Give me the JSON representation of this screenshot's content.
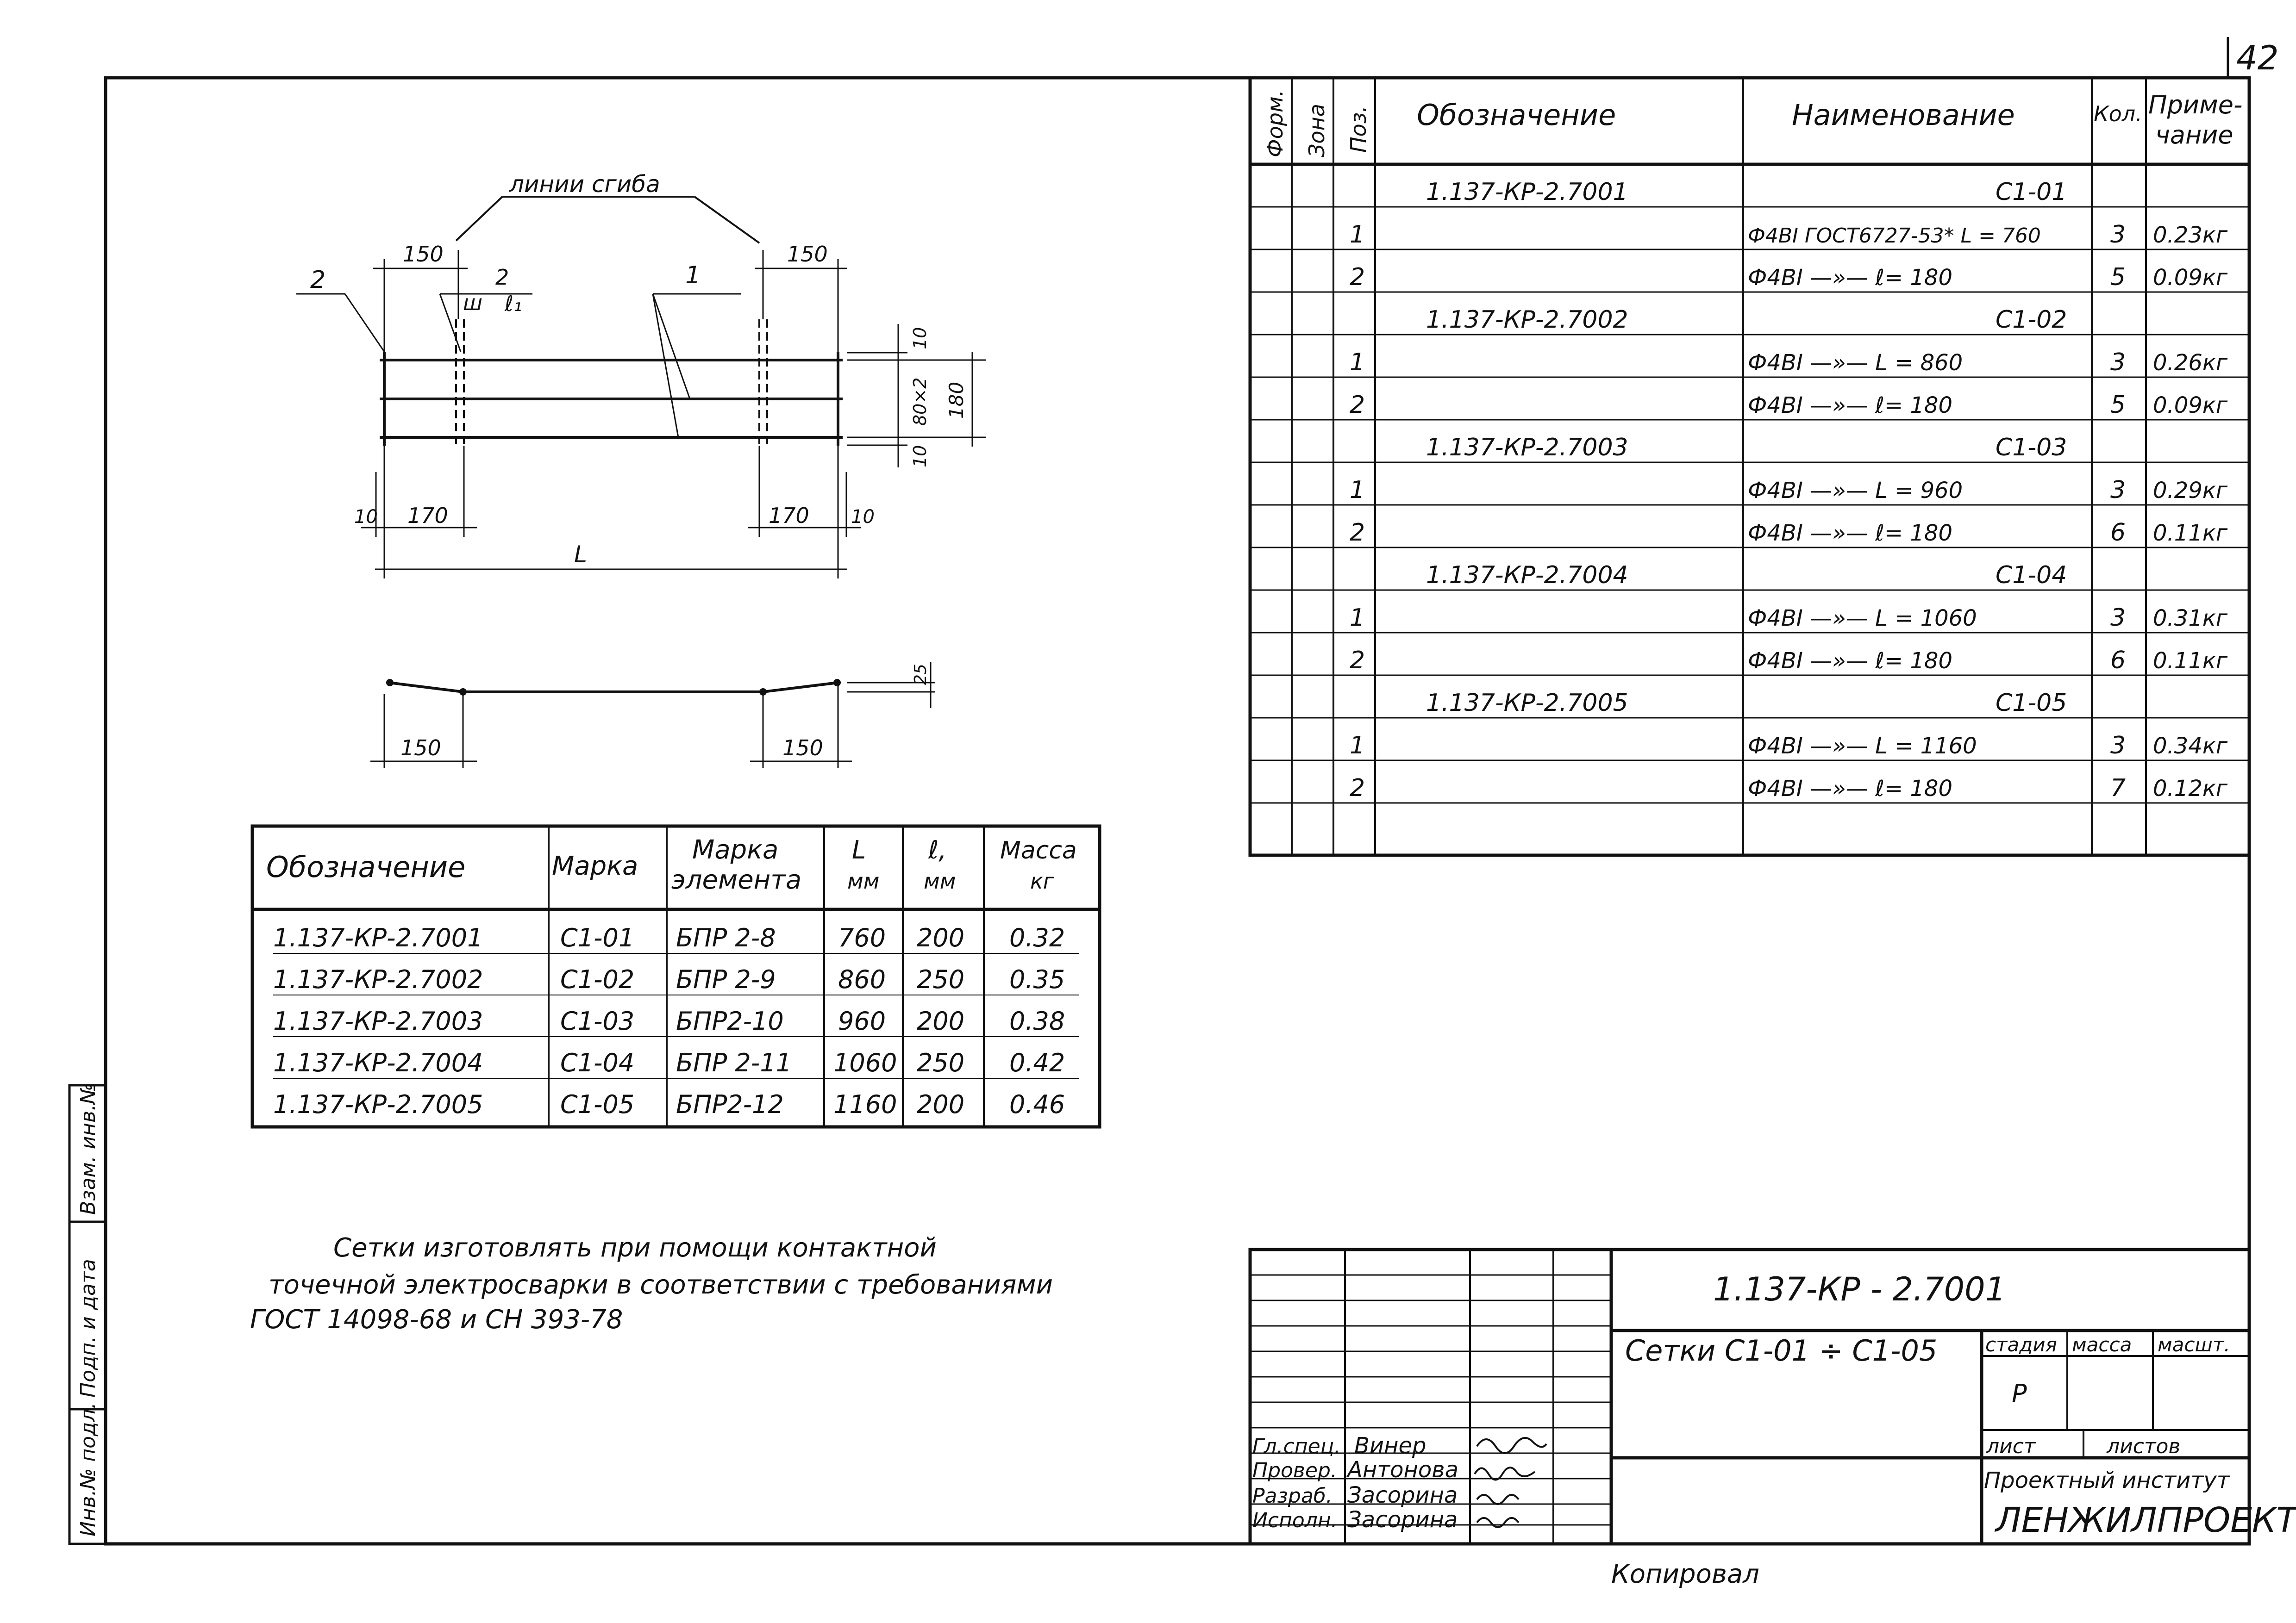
{
  "sheet_number": "42",
  "bend_label": "линии сгиба",
  "drawing": {
    "dim_150_left": "150",
    "dim_150_right": "150",
    "pos_2": "2",
    "pos_1": "1",
    "weld_2": "2",
    "weld_w": "ш",
    "weld_l1": "ℓ₁",
    "dim_10_top": "10",
    "dim_80x2": "80×2",
    "dim_180": "180",
    "dim_10_bottom": "10",
    "dim_10_left": "10",
    "dim_170_left": "170",
    "dim_170_right": "170",
    "dim_10_right": "10",
    "dim_L": "L",
    "dim_25": "25",
    "bent_150_left": "150",
    "bent_150_right": "150"
  },
  "spec_table": {
    "headers": {
      "form": "Форм.",
      "zone": "Зона",
      "pos": "Поз.",
      "designation": "Обозначение",
      "name": "Наименование",
      "qty": "Кол.",
      "note": "Приме-\nчание"
    },
    "rows": [
      {
        "pos": "",
        "designation": "1.137-КР-2.7001",
        "name": "С1-01",
        "qty": "",
        "note": ""
      },
      {
        "pos": "1",
        "designation": "",
        "name": "Ф4ВI ГОСТ6727-53* L = 760",
        "qty": "3",
        "note": "0.23кг"
      },
      {
        "pos": "2",
        "designation": "",
        "name": "Ф4ВI  —»—  ℓ= 180",
        "qty": "5",
        "note": "0.09кг"
      },
      {
        "pos": "",
        "designation": "1.137-КР-2.7002",
        "name": "С1-02",
        "qty": "",
        "note": ""
      },
      {
        "pos": "1",
        "designation": "",
        "name": "Ф4ВI  —»—  L = 860",
        "qty": "3",
        "note": "0.26кг"
      },
      {
        "pos": "2",
        "designation": "",
        "name": "Ф4ВI  —»—  ℓ= 180",
        "qty": "5",
        "note": "0.09кг"
      },
      {
        "pos": "",
        "designation": "1.137-КР-2.7003",
        "name": "С1-03",
        "qty": "",
        "note": ""
      },
      {
        "pos": "1",
        "designation": "",
        "name": "Ф4ВI  —»—  L = 960",
        "qty": "3",
        "note": "0.29кг"
      },
      {
        "pos": "2",
        "designation": "",
        "name": "Ф4ВI  —»—  ℓ= 180",
        "qty": "6",
        "note": "0.11кг"
      },
      {
        "pos": "",
        "designation": "1.137-КР-2.7004",
        "name": "С1-04",
        "qty": "",
        "note": ""
      },
      {
        "pos": "1",
        "designation": "",
        "name": "Ф4ВI  —»—  L = 1060",
        "qty": "3",
        "note": "0.31кг"
      },
      {
        "pos": "2",
        "designation": "",
        "name": "Ф4ВI  —»—  ℓ= 180",
        "qty": "6",
        "note": "0.11кг"
      },
      {
        "pos": "",
        "designation": "1.137-КР-2.7005",
        "name": "С1-05",
        "qty": "",
        "note": ""
      },
      {
        "pos": "1",
        "designation": "",
        "name": "Ф4ВI  —»—  L = 1160",
        "qty": "3",
        "note": "0.34кг"
      },
      {
        "pos": "2",
        "designation": "",
        "name": "Ф4ВI  —»—  ℓ= 180",
        "qty": "7",
        "note": "0.12кг"
      },
      {
        "pos": "",
        "designation": "",
        "name": "",
        "qty": "",
        "note": ""
      }
    ]
  },
  "mass_table": {
    "headers": {
      "designation": "Обозначение",
      "mark": "Марка",
      "element": "Марка\nэлемента",
      "L": "L\nмм",
      "l1": "ℓ,\nмм",
      "mass": "Масса\nкг"
    },
    "rows": [
      {
        "designation": "1.137-КР-2.7001",
        "mark": "С1-01",
        "element": "БПР 2-8",
        "L": "760",
        "l1": "200",
        "mass": "0.32"
      },
      {
        "designation": "1.137-КР-2.7002",
        "mark": "С1-02",
        "element": "БПР 2-9",
        "L": "860",
        "l1": "250",
        "mass": "0.35"
      },
      {
        "designation": "1.137-КР-2.7003",
        "mark": "С1-03",
        "element": "БПР2-10",
        "L": "960",
        "l1": "200",
        "mass": "0.38"
      },
      {
        "designation": "1.137-КР-2.7004",
        "mark": "С1-04",
        "element": "БПР 2-11",
        "L": "1060",
        "l1": "250",
        "mass": "0.42"
      },
      {
        "designation": "1.137-КР-2.7005",
        "mark": "С1-05",
        "element": "БПР2-12",
        "L": "1160",
        "l1": "200",
        "mass": "0.46"
      }
    ]
  },
  "note_lines": [
    "Сетки изготовлять при помощи контактной",
    "точечной электросварки в соответствии с требованиями",
    "ГОСТ 14098-68 и СН 393-78"
  ],
  "left_strip": [
    "Инв.№ подл.",
    "Подп. и дата",
    "Взам. инв.№"
  ],
  "title_block": {
    "code": "1.137-КР - 2.7001",
    "title": "Сетки С1-01 ÷ С1-05",
    "stage_h": "стадия",
    "mass_h": "масса",
    "scale_h": "масшт.",
    "stage": "Р",
    "sheet_h": "лист",
    "sheets_h": "листов",
    "institute": "Проектный институт",
    "org": "ЛЕНЖИЛПРОЕКТ",
    "people": [
      {
        "role": "Гл.спец.",
        "name": "Винер"
      },
      {
        "role": "Провер.",
        "name": "Антонова"
      },
      {
        "role": "Разраб.",
        "name": "Засорина"
      },
      {
        "role": "Исполн.",
        "name": "Засорина"
      }
    ]
  },
  "copied_by": "Копировал"
}
